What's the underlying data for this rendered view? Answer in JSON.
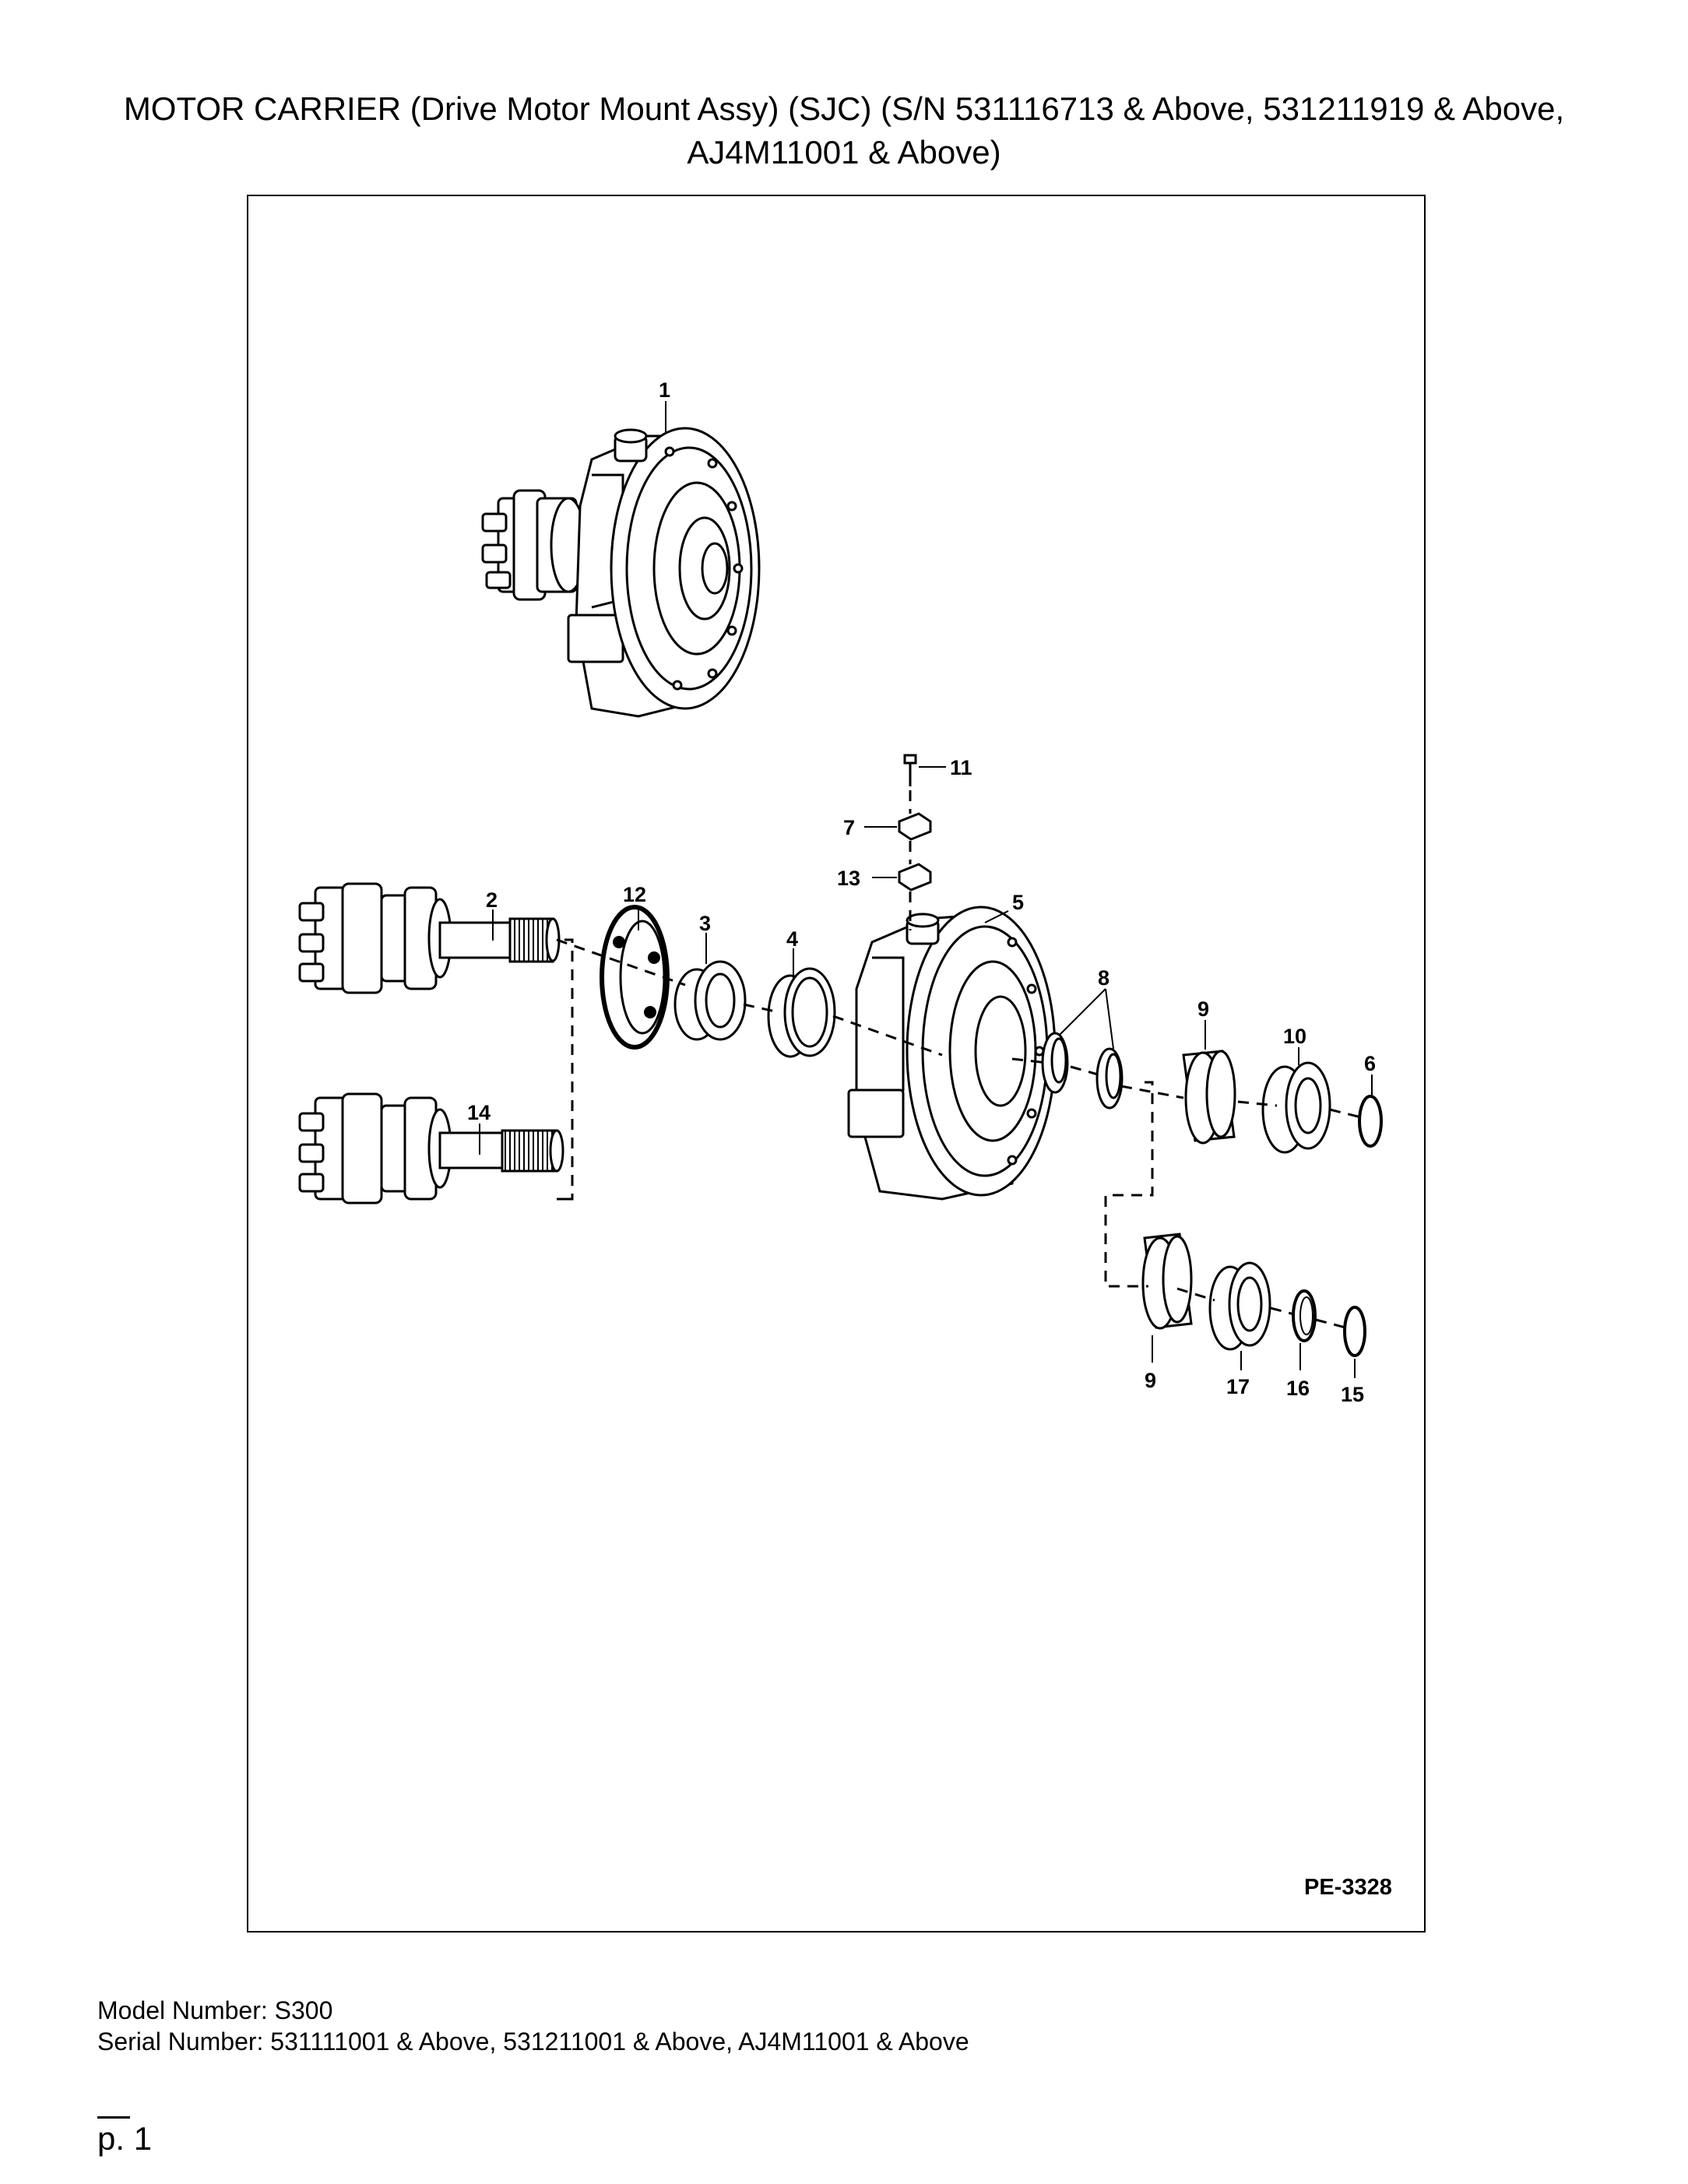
{
  "page": {
    "title_line1": "MOTOR CARRIER (Drive Motor Mount Assy) (SJC) (S/N 531116713 & Above, 531211919 & Above,",
    "title_line2": "AJ4M11001 & Above)"
  },
  "diagram": {
    "reference_code": "PE-3328",
    "callouts": [
      "1",
      "2",
      "3",
      "4",
      "5",
      "6",
      "7",
      "8",
      "9",
      "10",
      "11",
      "12",
      "13",
      "14",
      "9",
      "17",
      "16",
      "15"
    ]
  },
  "footer": {
    "model_number": "Model Number: S300",
    "serial_number": "Serial Number: 531111001 & Above, 531211001 & Above, AJ4M11001 & Above",
    "page_label": "p. 1"
  }
}
